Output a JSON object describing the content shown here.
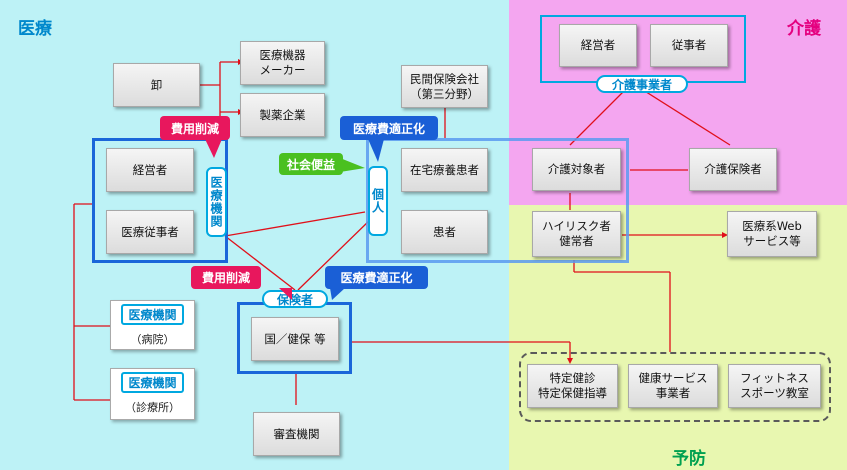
{
  "regions": {
    "medical": {
      "label": "医療",
      "color": "#0088cc"
    },
    "care": {
      "label": "介護",
      "color": "#e4007f"
    },
    "prevention": {
      "label": "予防",
      "color": "#00a050"
    }
  },
  "nodes": {
    "wholesale": "卸",
    "equipment_maker": "医療機器\nメーカー",
    "pharma": "製薬企業",
    "private_insurer": "民間保険会社\n（第三分野）",
    "manager": "経営者",
    "medical_staff": "医療従事者",
    "home_patient": "在宅療養患者",
    "patient": "患者",
    "care_manager": "経営者",
    "care_worker": "従事者",
    "care_recipient": "介護対象者",
    "care_insurance": "介護保険者",
    "high_risk": "ハイリスク者\n健常者",
    "medical_web": "医療系Web\nサービス等",
    "national_health": "国／健保 等",
    "review_org": "審査機関",
    "checkup": "特定健診\n特定保健指導",
    "health_service": "健康サービス\n事業者",
    "fitness": "フィットネス\nスポーツ教室"
  },
  "groups": {
    "medical_institution": "医療機関",
    "individual": "個人",
    "insurer": "保険者",
    "care_provider": "介護事業者"
  },
  "institutions": [
    {
      "title": "医療機関",
      "sub": "（病院）"
    },
    {
      "title": "医療機関",
      "sub": "（診療所）"
    }
  ],
  "tags": {
    "cost_cut_top": "費用削減",
    "cost_opt_top": "医療費適正化",
    "social_benefit": "社会便益",
    "cost_cut_bottom": "費用削減",
    "cost_opt_bottom": "医療費適正化"
  },
  "colors": {
    "medical_bg": "#bdf2f6",
    "care_bg": "#f4a6f0",
    "prevention_bg": "#e8f7b0",
    "frame_blue": "#1a66d9",
    "connector_red": "#e0101a",
    "tag_pink": "#e8175d",
    "tag_blue": "#1a5fd6",
    "tag_green": "#4ac020"
  }
}
